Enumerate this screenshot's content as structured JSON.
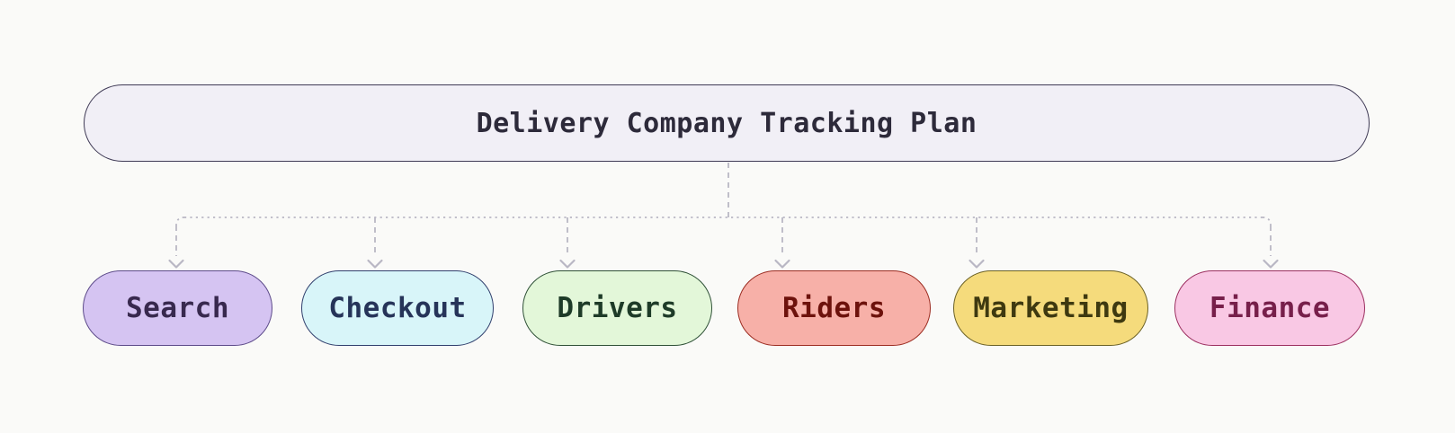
{
  "diagram": {
    "root": {
      "label": "Delivery Company Tracking Plan",
      "fill": "#f1eff6",
      "border": "#3f3a55",
      "text": "#2d2a3a"
    },
    "children": [
      {
        "label": "Search",
        "fill": "#d5c4f2",
        "border": "#5d4b8a",
        "text": "#38294e"
      },
      {
        "label": "Checkout",
        "fill": "#d8f5f9",
        "border": "#31406e",
        "text": "#263459"
      },
      {
        "label": "Drivers",
        "fill": "#e3f7d9",
        "border": "#2f5137",
        "text": "#1e3b28"
      },
      {
        "label": "Riders",
        "fill": "#f7b0a8",
        "border": "#9c2d22",
        "text": "#6d120c"
      },
      {
        "label": "Marketing",
        "fill": "#f5db7c",
        "border": "#6b6126",
        "text": "#3e3910"
      },
      {
        "label": "Finance",
        "fill": "#f9c8e4",
        "border": "#9c2f60",
        "text": "#771f4a"
      }
    ],
    "theme": {
      "background": "#fafaf8",
      "connector": "#b9b7c4"
    }
  }
}
